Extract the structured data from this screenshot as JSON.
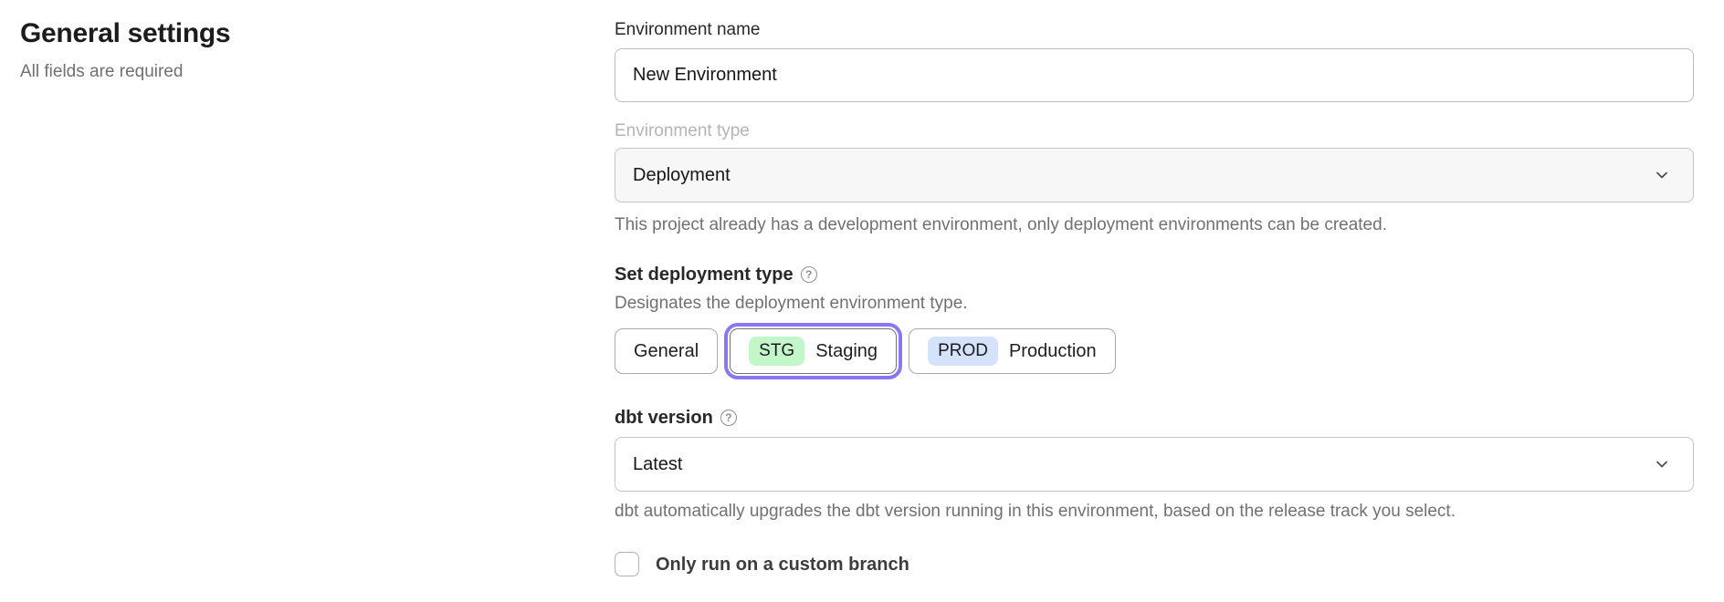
{
  "page": {
    "title": "General settings",
    "subtitle": "All fields are required"
  },
  "form": {
    "environment_name": {
      "label": "Environment name",
      "value": "New Environment"
    },
    "environment_type": {
      "label": "Environment type",
      "value": "Deployment",
      "helper": "This project already has a development environment, only deployment environments can be created."
    },
    "deployment_type": {
      "label": "Set deployment type",
      "help_glyph": "?",
      "helper": "Designates the deployment environment type.",
      "options": [
        {
          "label": "General",
          "badge": "",
          "selected": false
        },
        {
          "label": "Staging",
          "badge": "STG",
          "selected": true
        },
        {
          "label": "Production",
          "badge": "PROD",
          "selected": false
        }
      ]
    },
    "dbt_version": {
      "label": "dbt version",
      "help_glyph": "?",
      "value": "Latest",
      "helper": "dbt automatically upgrades the dbt version running in this environment, based on the release track you select."
    },
    "custom_branch": {
      "label": "Only run on a custom branch",
      "checked": false
    }
  },
  "colors": {
    "accent_ring": "#8778f2",
    "stg_badge": "#c3f6c8",
    "prod_badge": "#d4e3fb",
    "disabled_bg": "#f7f7f8"
  }
}
